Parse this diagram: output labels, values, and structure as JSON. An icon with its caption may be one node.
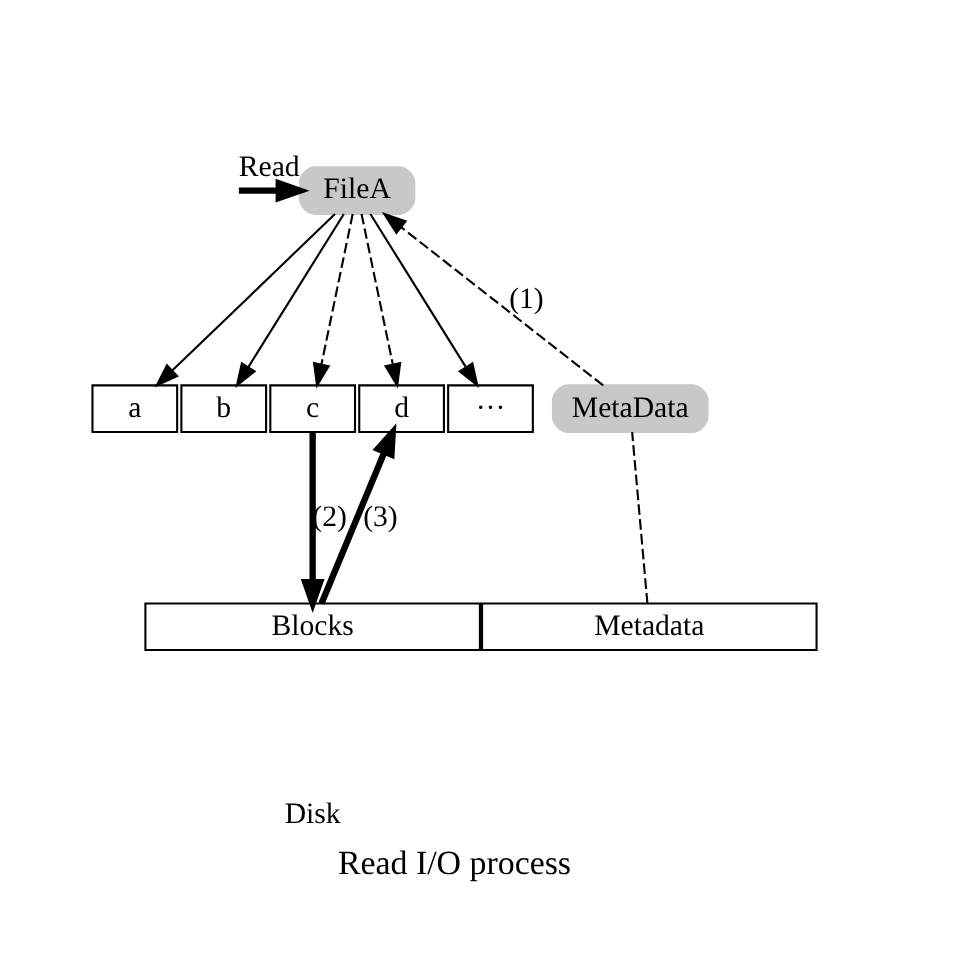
{
  "diagram": {
    "caption": "Read I/O process",
    "nodes": [
      {
        "text": [
          "FileA"
        ]
      },
      {
        "text": [
          "a"
        ]
      },
      {
        "text": [
          "b"
        ]
      },
      {
        "text": [
          "c"
        ]
      },
      {
        "text": [
          "d"
        ]
      },
      {
        "text": [
          "···"
        ]
      },
      {
        "text": [
          "MetaData"
        ]
      },
      {
        "text": [
          "Blocks"
        ]
      },
      {
        "text": [
          "Metadata"
        ]
      }
    ],
    "edges": [
      {
        "from": null,
        "to": 0,
        "arrow": "to",
        "label": "Read",
        "style": "thick"
      },
      {
        "from": 0,
        "to": 1,
        "arrow": "to"
      },
      {
        "from": 0,
        "to": 2,
        "arrow": "to"
      },
      {
        "from": 0,
        "to": 3,
        "arrow": "to",
        "style": "dashed"
      },
      {
        "from": 0,
        "to": 4,
        "arrow": "to",
        "style": "dashed"
      },
      {
        "from": 0,
        "to": 5,
        "arrow": "to"
      },
      {
        "from": 8,
        "to": 6,
        "arrow": "none",
        "style": "dashed"
      },
      {
        "from": 6,
        "to": 0,
        "arrow": "to",
        "label": "(1)",
        "style": "dashed"
      },
      {
        "from": 3,
        "to": 7,
        "arrow": "to",
        "label": "(2)",
        "style": "thick"
      },
      {
        "from": 7,
        "to": 4,
        "arrow": "to",
        "label": "(3)",
        "style": "thick"
      }
    ],
    "labels": [
      "Disk"
    ]
  }
}
